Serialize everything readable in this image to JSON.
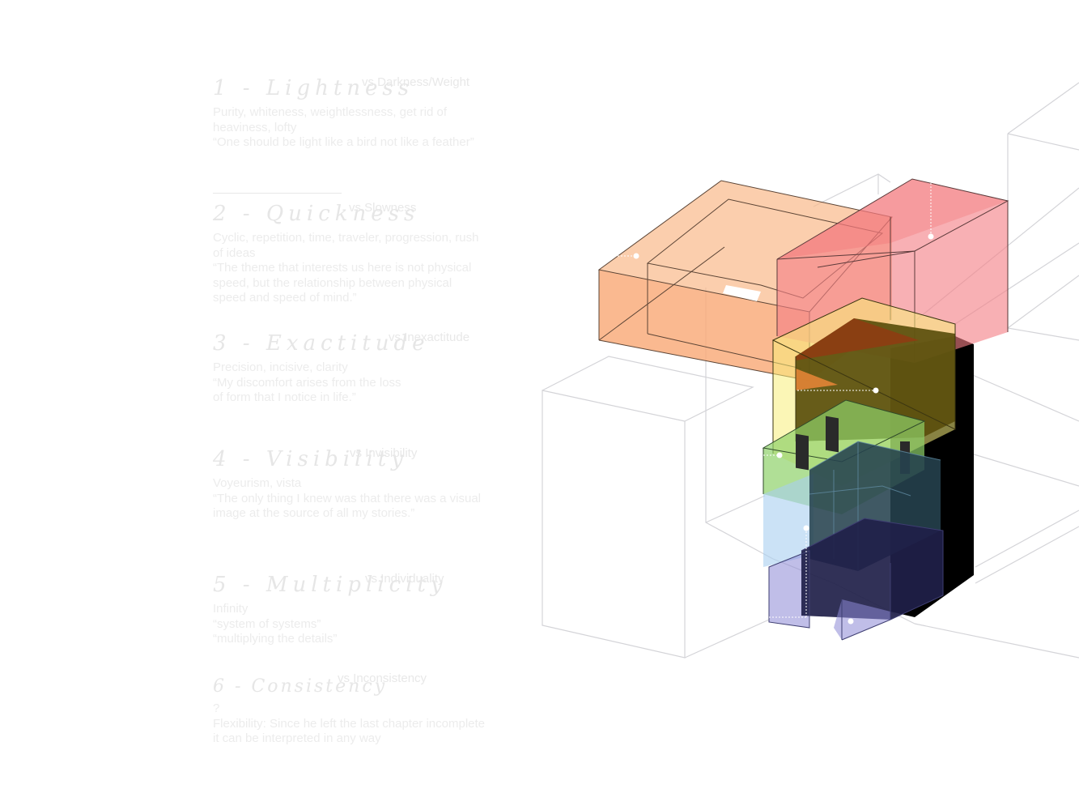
{
  "sections": [
    {
      "num": "1 -",
      "word": "Lightness",
      "vs": "vs Darkness/Weight",
      "lines": [
        "Purity, whiteness, weightlessness, get rid of heaviness, lofty",
        "“One should be light like a bird not like a feather”"
      ]
    },
    {
      "num": "2 -",
      "word": "Quickness",
      "vs": "vs Slowness",
      "lines": [
        "Cyclic, repetition, time, traveler, progression, rush of ideas",
        "“The theme that interests us here is not physical speed, but the relationship between physical speed and speed of mind.”"
      ]
    },
    {
      "num": "3 -",
      "word": "Exactitude",
      "vs": "vs Inexactitude",
      "lines": [
        "Precision, incisive, clarity",
        "“My discomfort arises from the loss",
        "of form that I notice in life.”"
      ]
    },
    {
      "num": "4 -",
      "word": "Visibility",
      "vs": "vs Invisibility",
      "lines": [
        "Voyeurism, vista",
        "“The only thing I knew was that there was a visual image at the source of all my stories.”"
      ]
    },
    {
      "num": "5 -",
      "word": "Multiplicity",
      "vs": "vs Individuality",
      "lines": [
        "Infinity",
        "“system of systems”",
        "“multiplying the details”"
      ]
    },
    {
      "num": "6 -",
      "word": "Consistency",
      "vs": "vs Inconsistency",
      "lines": [
        "?",
        "Flexibility: Since he left the last chapter incomplete it can be interpreted in any way"
      ]
    }
  ],
  "colors": {
    "lightness": "#f9b98a",
    "quickness": "#f37f86",
    "exactitude": "#f7ee7a",
    "visibility": "#8fd26a",
    "multiplicity": "#a9cff0",
    "consistency": "#8c88d6",
    "dark_olive": "#5a4e0c",
    "brown": "#8a3f12",
    "teal": "#26424e",
    "navy": "#1f1f49",
    "outline": "#d4d4d8"
  }
}
